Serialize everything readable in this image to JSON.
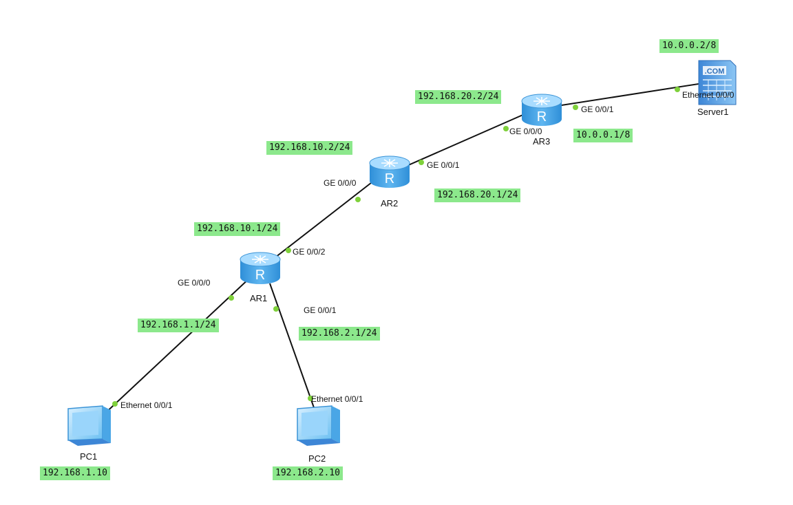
{
  "devices": {
    "ar1": "AR1",
    "ar2": "AR2",
    "ar3": "AR3",
    "pc1": "PC1",
    "pc2": "PC2",
    "server1": "Server1"
  },
  "router_glyph": "R",
  "server_glyph": ".COM",
  "ports": {
    "ar1_ge000": "GE 0/0/0",
    "ar1_ge001": "GE 0/0/1",
    "ar1_ge002": "GE 0/0/2",
    "ar2_ge000": "GE 0/0/0",
    "ar2_ge001": "GE 0/0/1",
    "ar3_ge000": "GE 0/0/0",
    "ar3_ge001": "GE 0/0/1",
    "pc1_eth": "Ethernet 0/0/1",
    "pc2_eth": "Ethernet 0/0/1",
    "server_eth": "Ethernet 0/0/0"
  },
  "addresses": {
    "server": "10.0.0.2/8",
    "ar3_ge001": "10.0.0.1/8",
    "ar3_ge000": "192.168.20.2/24",
    "ar2_ge001": "192.168.20.1/24",
    "ar2_ge000": "192.168.10.2/24",
    "ar1_ge002": "192.168.10.1/24",
    "ar1_ge000": "192.168.1.1/24",
    "ar1_ge001": "192.168.2.1/24",
    "pc1": "192.168.1.10",
    "pc2": "192.168.2.10"
  },
  "colors": {
    "label_bg": "#8ce88c",
    "link": "#111111",
    "port_dot": "#7fd13b",
    "router_body": "#4fa8e8",
    "router_top": "#a9dcff"
  }
}
